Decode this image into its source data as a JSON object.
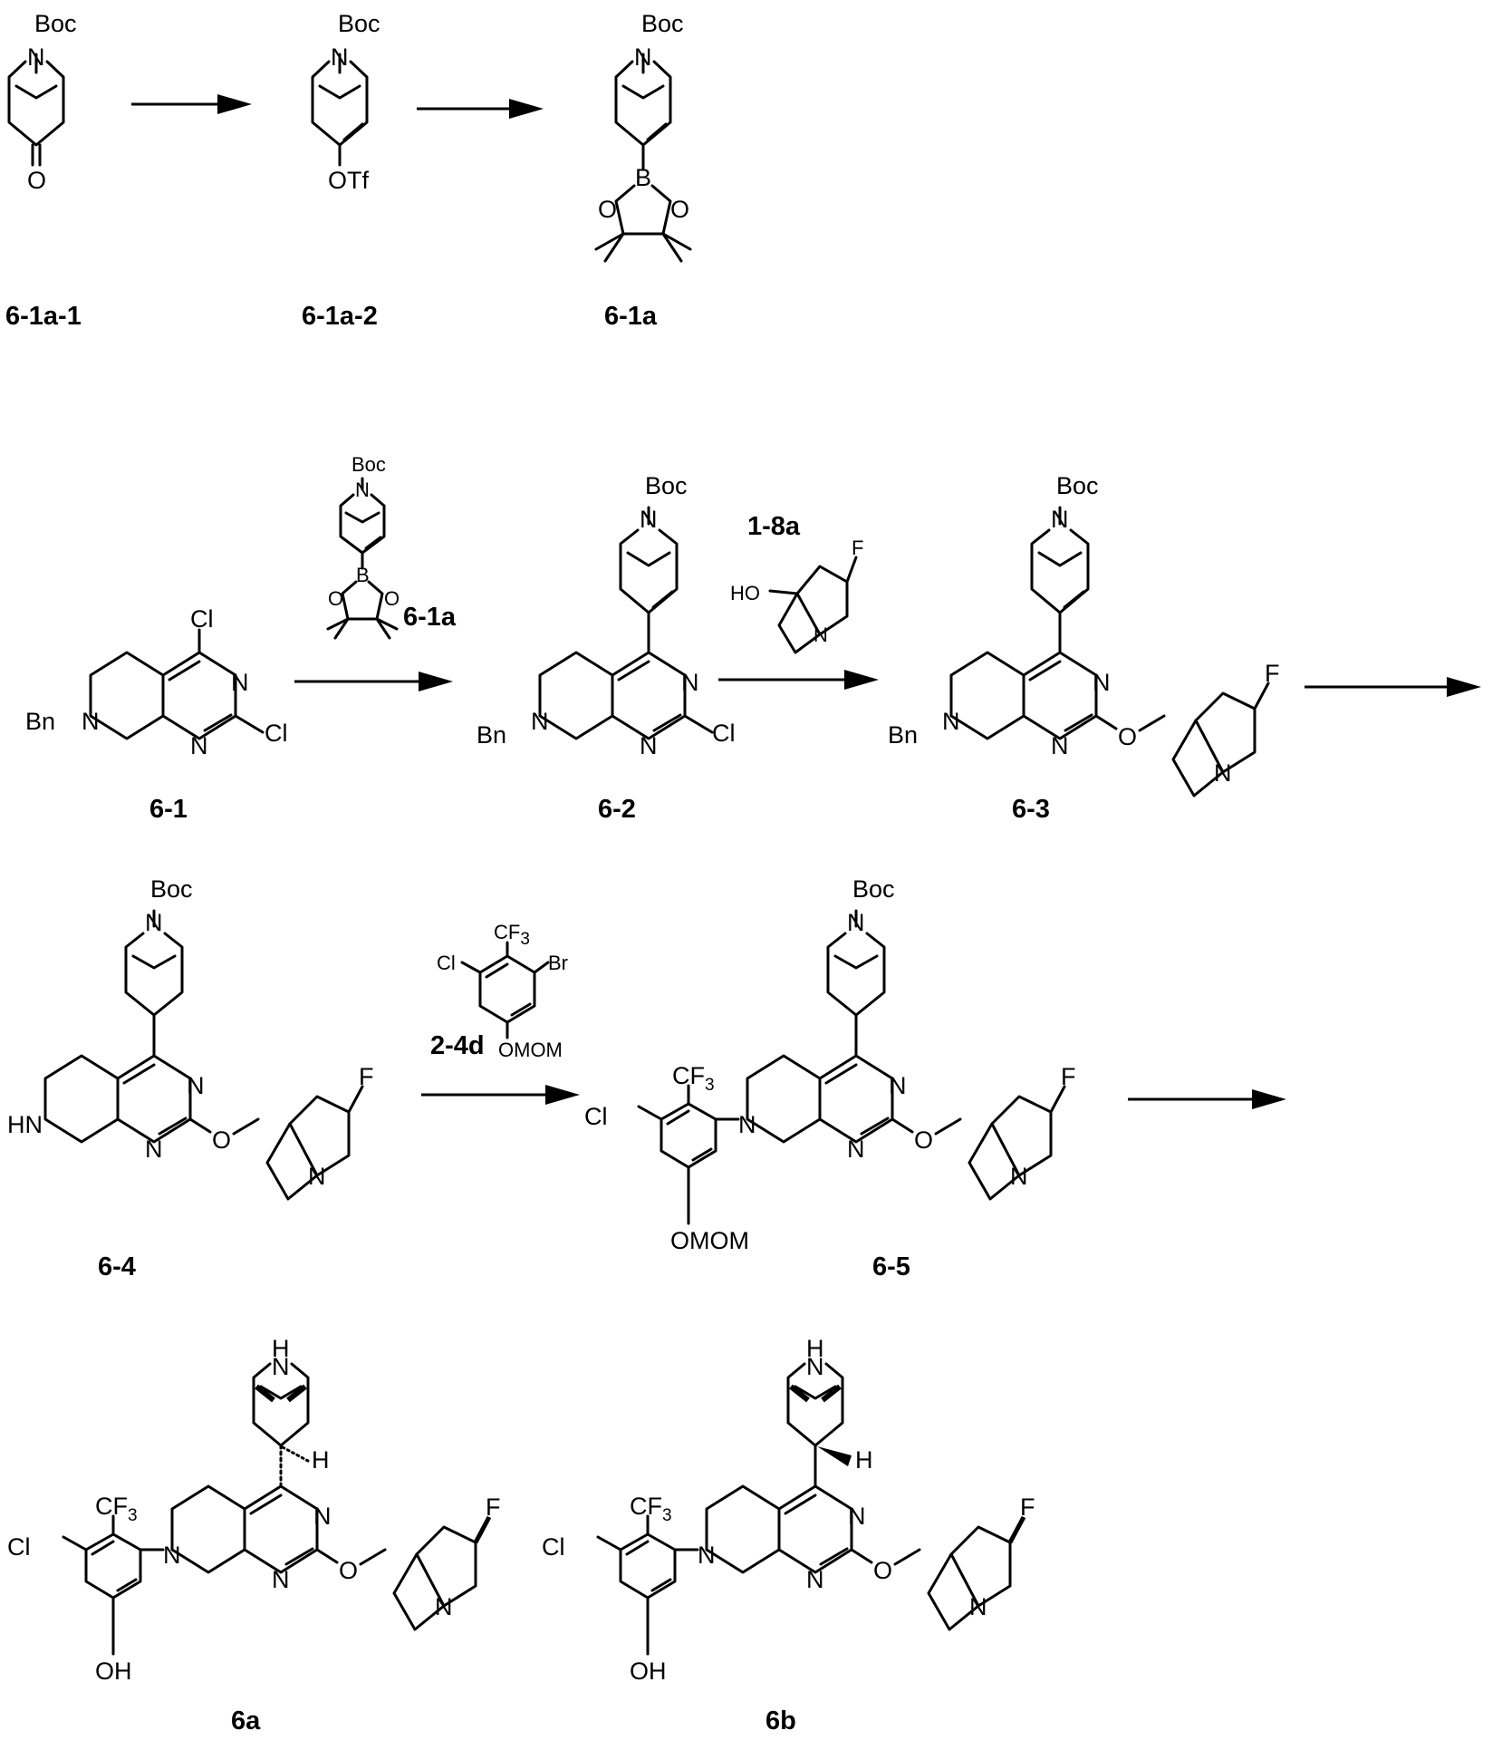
{
  "compounds": {
    "c_6_1a_1": "6-1a-1",
    "c_6_1a_2": "6-1a-2",
    "c_6_1a": "6-1a",
    "c_6_1": "6-1",
    "c_6_2": "6-2",
    "c_6_3": "6-3",
    "c_6_4": "6-4",
    "c_6_5": "6-5",
    "c_6a": "6a",
    "c_6b": "6b"
  },
  "reagents": {
    "r_6_1a": "6-1a",
    "r_1_8a": "1-8a",
    "r_2_4d": "2-4d"
  },
  "atoms": {
    "boc": "Boc",
    "n": "N",
    "o": "O",
    "b": "B",
    "otf": "OTf",
    "cl": "Cl",
    "bn": "Bn",
    "f": "F",
    "ho": "HO",
    "hn": "HN",
    "h": "H",
    "br": "Br",
    "cf": "CF",
    "three": "3",
    "omom": "OMOM",
    "oh": "OH"
  }
}
